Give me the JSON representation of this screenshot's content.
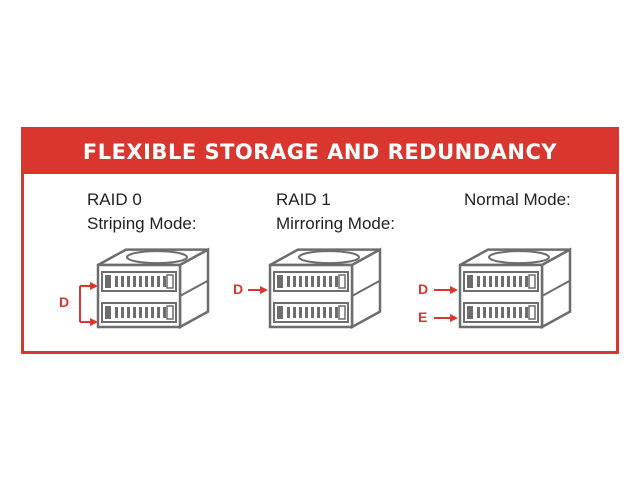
{
  "banner": {
    "title": "FLEXIBLE STORAGE AND REDUNDANCY"
  },
  "modes": [
    {
      "line1": "RAID 0",
      "line2": "Striping Mode:",
      "letters": [
        "D"
      ]
    },
    {
      "line1": "RAID 1",
      "line2": "Mirroring Mode:",
      "letters": [
        "D"
      ]
    },
    {
      "line1": "Normal Mode:",
      "line2": "",
      "letters": [
        "D",
        "E"
      ]
    }
  ],
  "colors": {
    "accent": "#d8362e",
    "drive_stroke": "#6d6d6d",
    "drive_face": "#ffffff"
  }
}
